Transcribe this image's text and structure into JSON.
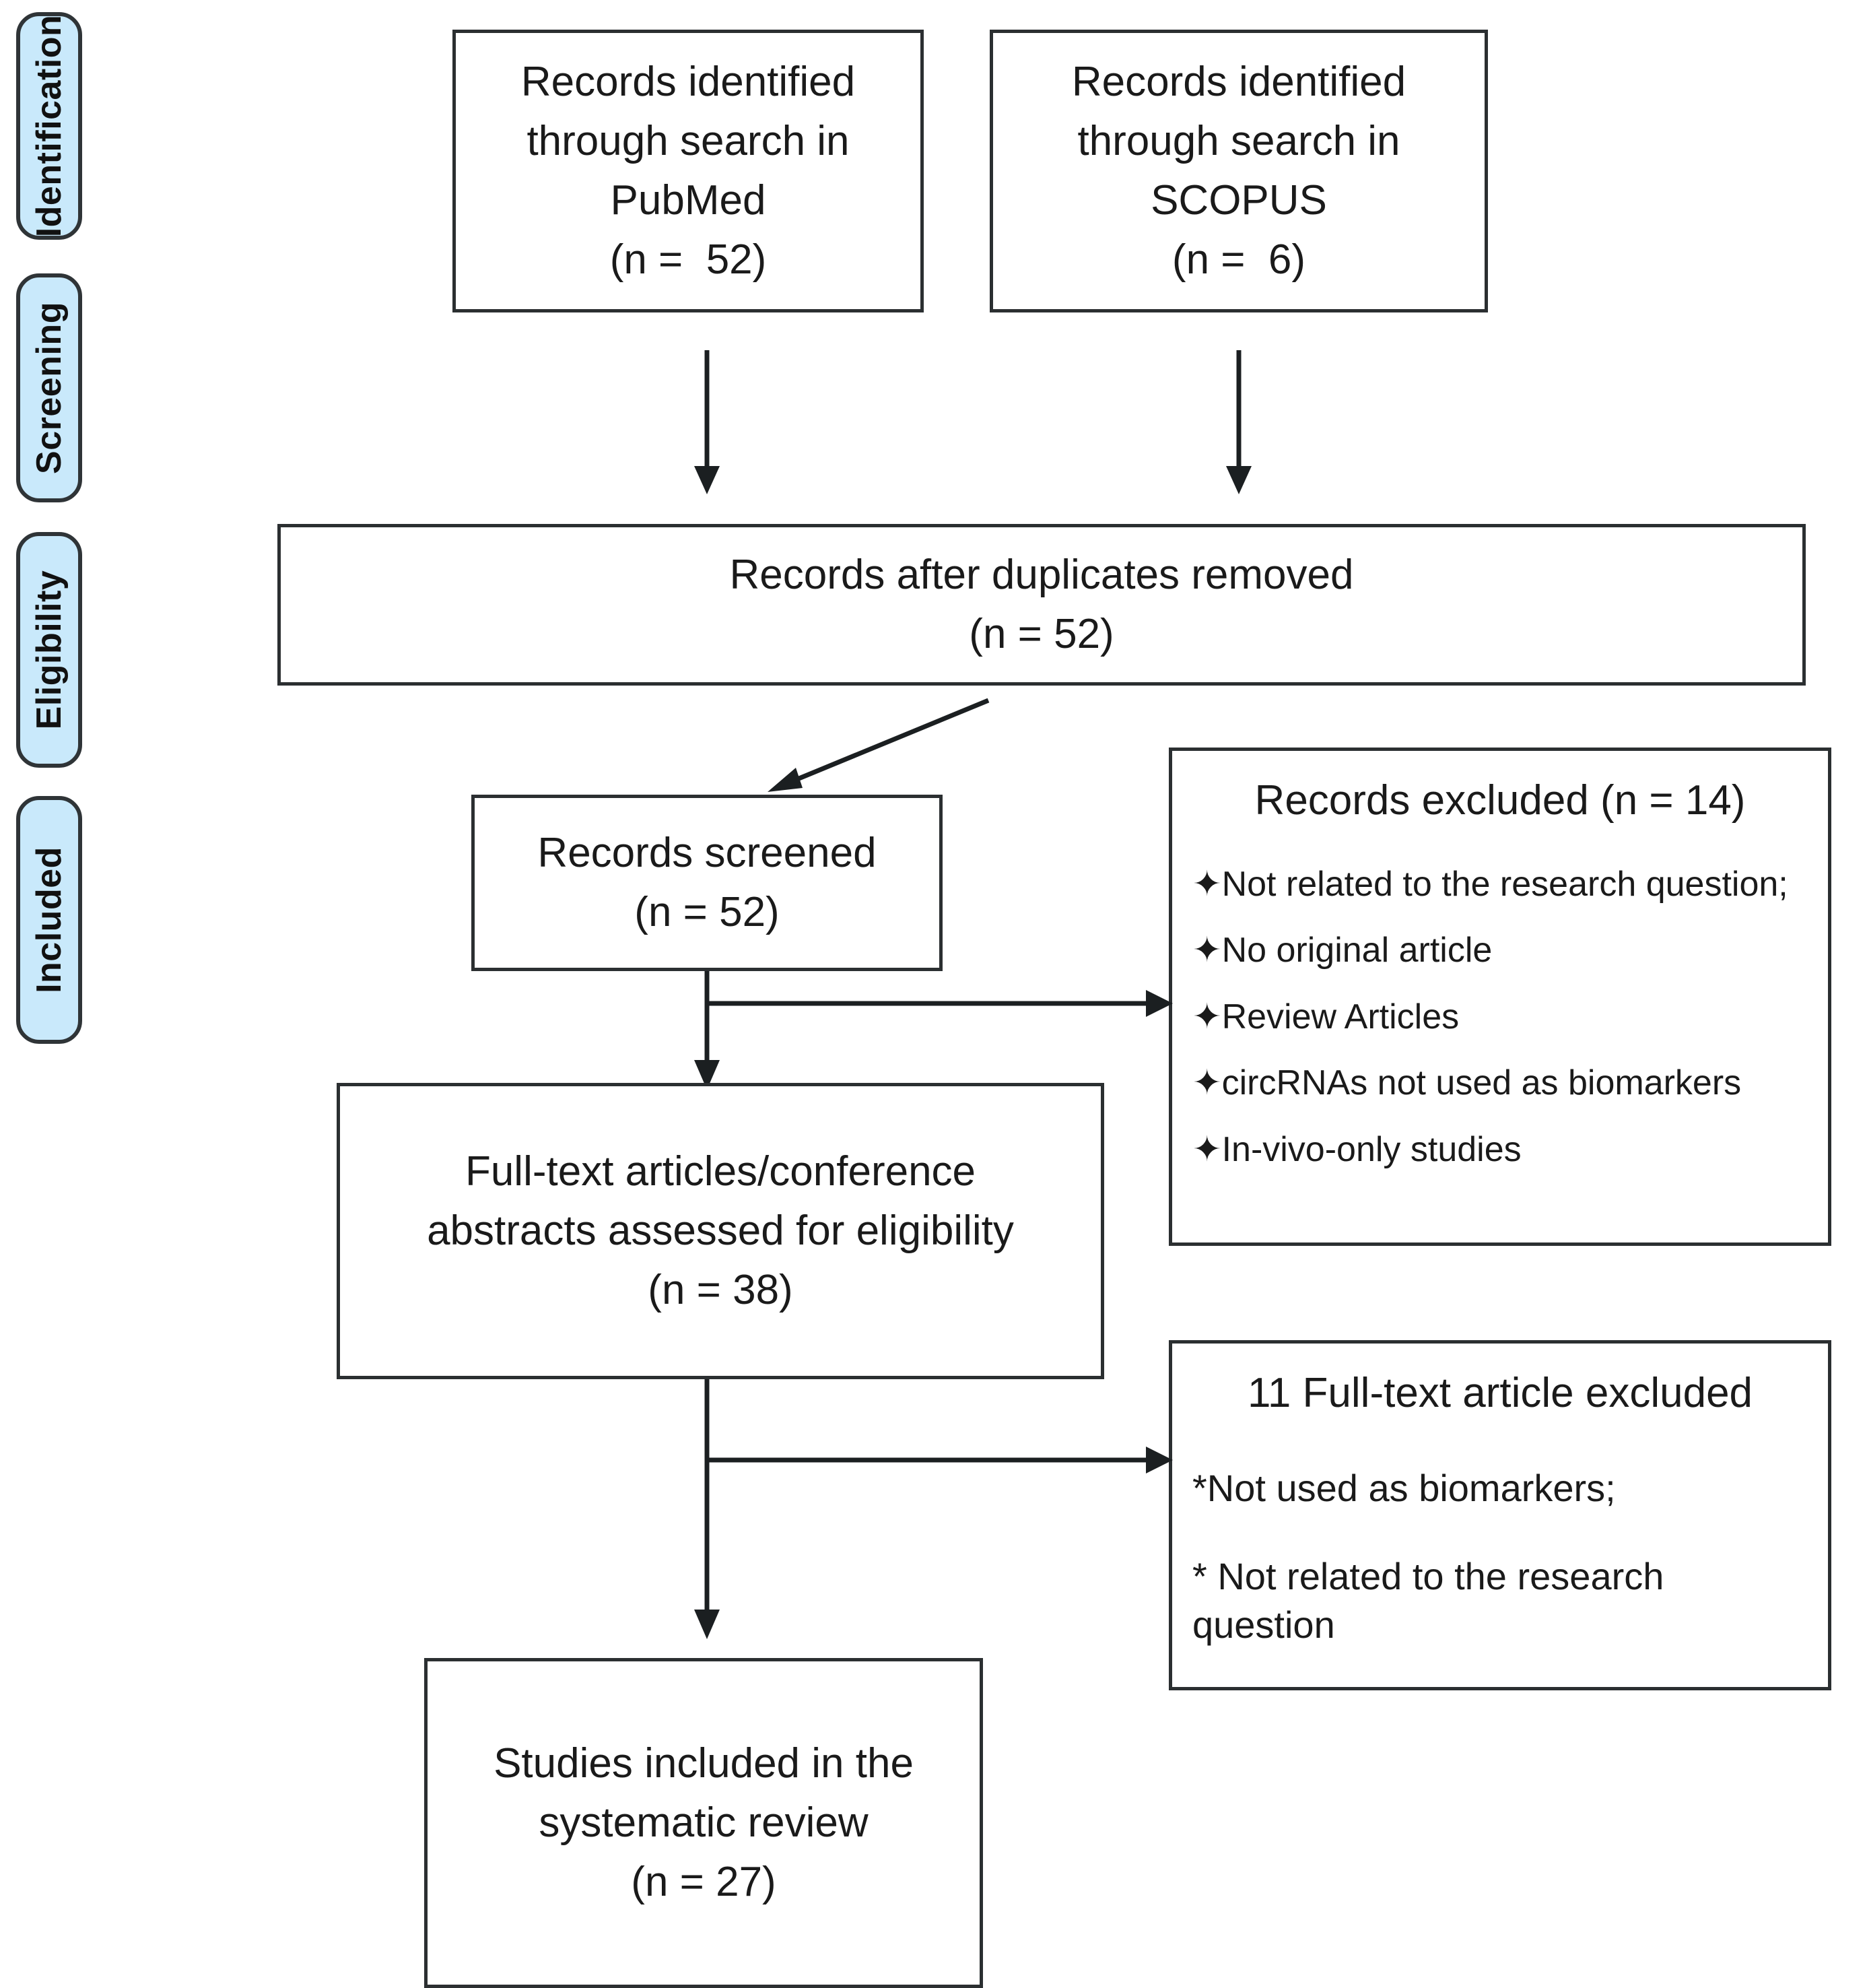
{
  "diagram": {
    "title": "PRISMA flow diagram",
    "accent_color": "#c9e9fb",
    "border_color": "#2b2f31"
  },
  "stages": [
    {
      "label": "Identification"
    },
    {
      "label": "Screening"
    },
    {
      "label": "Eligibility"
    },
    {
      "label": "Included"
    }
  ],
  "nodes": {
    "pubmed": {
      "line1": "Records identified",
      "line2": "through search in",
      "line3": "PubMed",
      "line4": "(n =  52)"
    },
    "scopus": {
      "line1": "Records identified",
      "line2": "through search in",
      "line3": "SCOPUS",
      "line4": "(n =  6)"
    },
    "duplicates": {
      "line1": "Records after duplicates removed",
      "line2": "(n = 52)"
    },
    "screened": {
      "line1": "Records screened",
      "line2": "(n = 52)"
    },
    "fulltext": {
      "line1": "Full-text articles/conference",
      "line2": "abstracts assessed for eligibility",
      "line3": "(n = 38)"
    },
    "included": {
      "line1": "Studies included in the",
      "line2": "systematic review",
      "line3": "(n = 27)"
    },
    "records_excluded": {
      "heading": "Records excluded (n = 14)",
      "reasons": [
        "✦Not related to the research question;",
        "✦No original article",
        "✦Review Articles",
        "✦circRNAs not used as biomarkers",
        "✦In-vivo-only studies"
      ]
    },
    "fulltext_excluded": {
      "heading": "11 Full-text article excluded",
      "reasons": [
        "*Not used as biomarkers;",
        "* Not related to the research question"
      ]
    }
  },
  "chart_data": {
    "type": "diagram",
    "title": "PRISMA flow diagram",
    "stages": [
      "Identification",
      "Screening",
      "Eligibility",
      "Included"
    ],
    "counts": {
      "records_pubmed": 52,
      "records_scopus": 6,
      "records_after_duplicates": 52,
      "records_screened": 52,
      "records_excluded": 14,
      "fulltext_assessed": 38,
      "fulltext_excluded": 11,
      "studies_included": 27
    }
  }
}
